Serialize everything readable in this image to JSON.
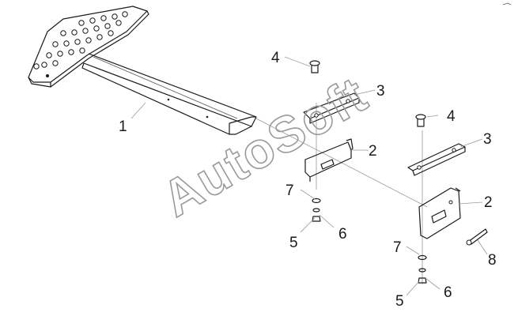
{
  "watermark": "AutoSoft",
  "callouts": {
    "c1": "1",
    "c2a": "2",
    "c2b": "2",
    "c3a": "3",
    "c3b": "3",
    "c4a": "4",
    "c4b": "4",
    "c5a": "5",
    "c5b": "5",
    "c6a": "6",
    "c6b": "6",
    "c7a": "7",
    "c7b": "7",
    "c8": "8"
  }
}
